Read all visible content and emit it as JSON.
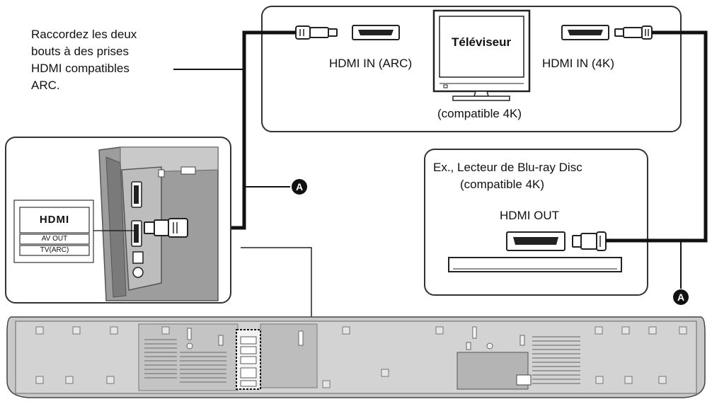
{
  "instruction": {
    "line1": "Raccordez les deux",
    "line2": "bouts à des prises",
    "line3": "HDMI compatibles",
    "line4": "ARC."
  },
  "tv": {
    "title": "Téléviseur",
    "port_arc": "HDMI IN (ARC)",
    "port_4k": "HDMI IN (4K)",
    "caption": "(compatible 4K)"
  },
  "player": {
    "line1": "Ex., Lecteur de Blu-ray Disc",
    "line2": "(compatible 4K)",
    "port": "HDMI OUT"
  },
  "soundbar_port": {
    "logo": "HDMI",
    "line1": "AV OUT",
    "line2": "TV(ARC)"
  },
  "cable_marker": "A"
}
